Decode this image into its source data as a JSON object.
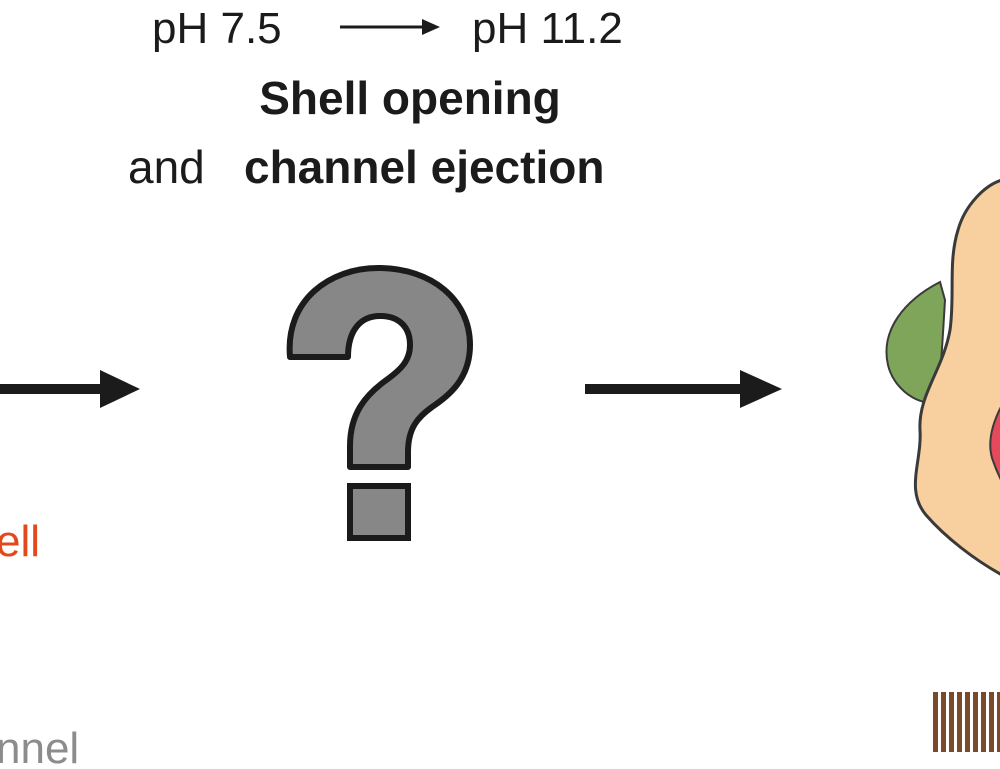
{
  "header": {
    "ph_start": "pH 7.5",
    "ph_end": "pH 11.2",
    "line2_bold": "Shell opening",
    "line3_regular": "and",
    "line3_bold": "channel ejection"
  },
  "left_labels": {
    "shell_fragment": "ell",
    "channel_fragment": "nnel"
  },
  "colors": {
    "text": "#1b1b1b",
    "shell_label": "#e2481a",
    "channel_label": "#8c8c8c",
    "arrow": "#1b1b1b",
    "question_fill": "#878787",
    "question_stroke": "#1b1b1b",
    "blob_fill": "#f8cf9e",
    "blob_green": "#7fa55a",
    "blob_red": "#e34a5c",
    "membrane": "#7b4a2b"
  },
  "icons": {
    "question_mark": "question-mark-icon"
  }
}
